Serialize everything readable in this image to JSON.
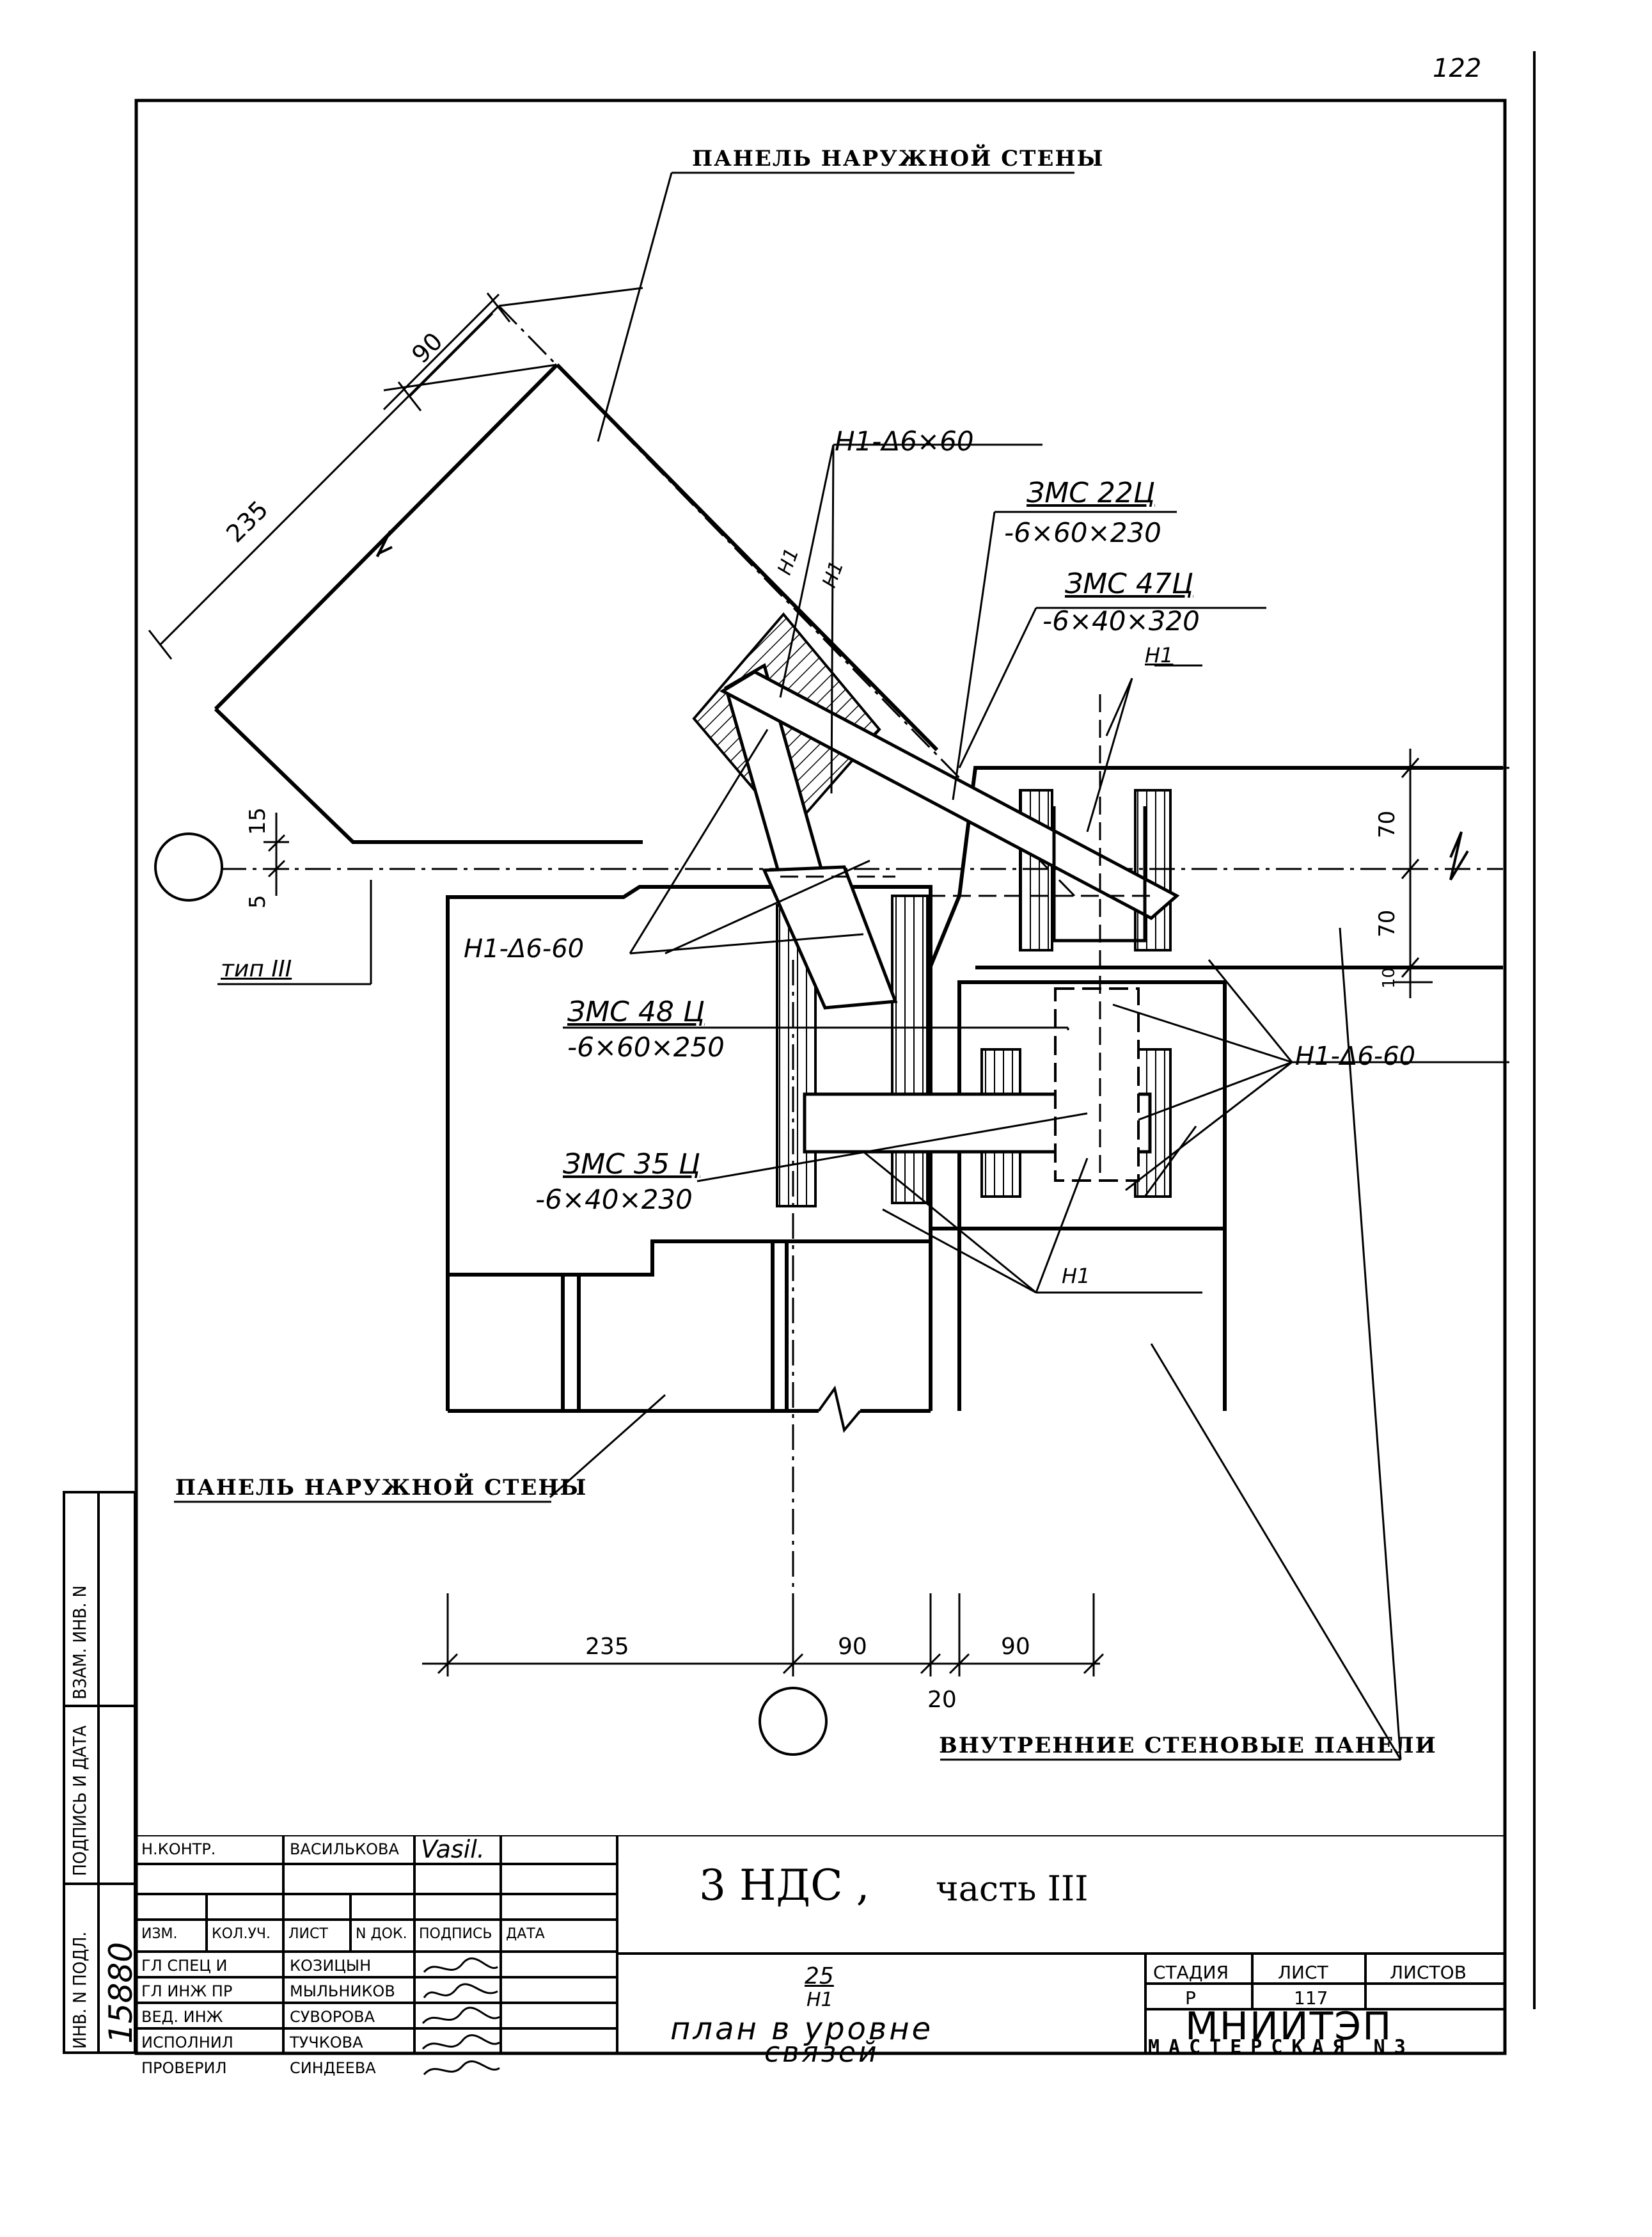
{
  "page_number": "122",
  "labels": {
    "outer_wall_top": "ПАНЕЛЬ НАРУЖНОЙ СТЕНЫ",
    "outer_wall_bottom": "ПАНЕЛЬ НАРУЖНОЙ СТЕНЫ",
    "inner_walls": "ВНУТРЕННИЕ СТЕНОВЫЕ ПАНЕЛИ",
    "type_label": "тип III",
    "h1_top": "Н1-Δ6×60",
    "h1_left": "Н1-Δ6-60",
    "h1_right": "Н1-Δ6-60",
    "n1_a": "Н1",
    "n1_b": "Н1",
    "n1_c": "Н1",
    "n1_d": "Н1",
    "zms22_name": "ЗМС 22Ц",
    "zms22_size": "-6×60×230",
    "zms47_name": "ЗМС 47Ц",
    "zms47_size": "-6×40×320",
    "zms48_name": "ЗМС 48 Ц",
    "zms48_size": "-6×60×250",
    "zms35_name": "ЗМС 35 Ц",
    "zms35_size": "-6×40×230"
  },
  "dims": {
    "top_90": "90",
    "top_235": "235",
    "d15": "15",
    "d5": "5",
    "r70a": "70",
    "r70b": "70",
    "r10": "10",
    "b235": "235",
    "b90a": "90",
    "b90b": "90",
    "b20": "20"
  },
  "side_stamp": {
    "inv_orig": "ИНВ. N ПОДЛ.",
    "sign_date": "ПОДПИСЬ И ДАТА",
    "inv_repl": "ВЗАМ. ИНВ. N",
    "inv_value": "15880"
  },
  "title_block": {
    "project": "3 НДС ,",
    "part": "часть III",
    "drawing_no": "25",
    "drawing_sub": "Н1",
    "description_1": "план в уровне",
    "description_2": "связей",
    "org": "МНИИТЭП",
    "workshop": "МАСТЕРСКАЯ N3",
    "headers": {
      "stage": "СТАДИЯ",
      "sheet": "ЛИСТ",
      "sheets": "ЛИСТОВ"
    },
    "stage_value": "Р",
    "sheet_value": "117",
    "sheets_value": "",
    "norm_control_role": "Н.КОНТР.",
    "norm_control_name": "ВАСИЛЬКОВА",
    "columns": [
      "ИЗМ.",
      "КОЛ.УЧ.",
      "ЛИСТ",
      "N ДОК.",
      "ПОДПИСЬ",
      "ДАТА"
    ],
    "staff": [
      {
        "role": "ГЛ СПЕЦ И",
        "name": "КОЗИЦЫН"
      },
      {
        "role": "ГЛ ИНЖ ПР",
        "name": "МЫЛЬНИКОВ"
      },
      {
        "role": "ВЕД. ИНЖ",
        "name": "СУВОРОВА"
      },
      {
        "role": "ИСПОЛНИЛ",
        "name": "ТУЧКОВА"
      },
      {
        "role": "ПРОВЕРИЛ",
        "name": "СИНДЕЕВА"
      }
    ]
  }
}
